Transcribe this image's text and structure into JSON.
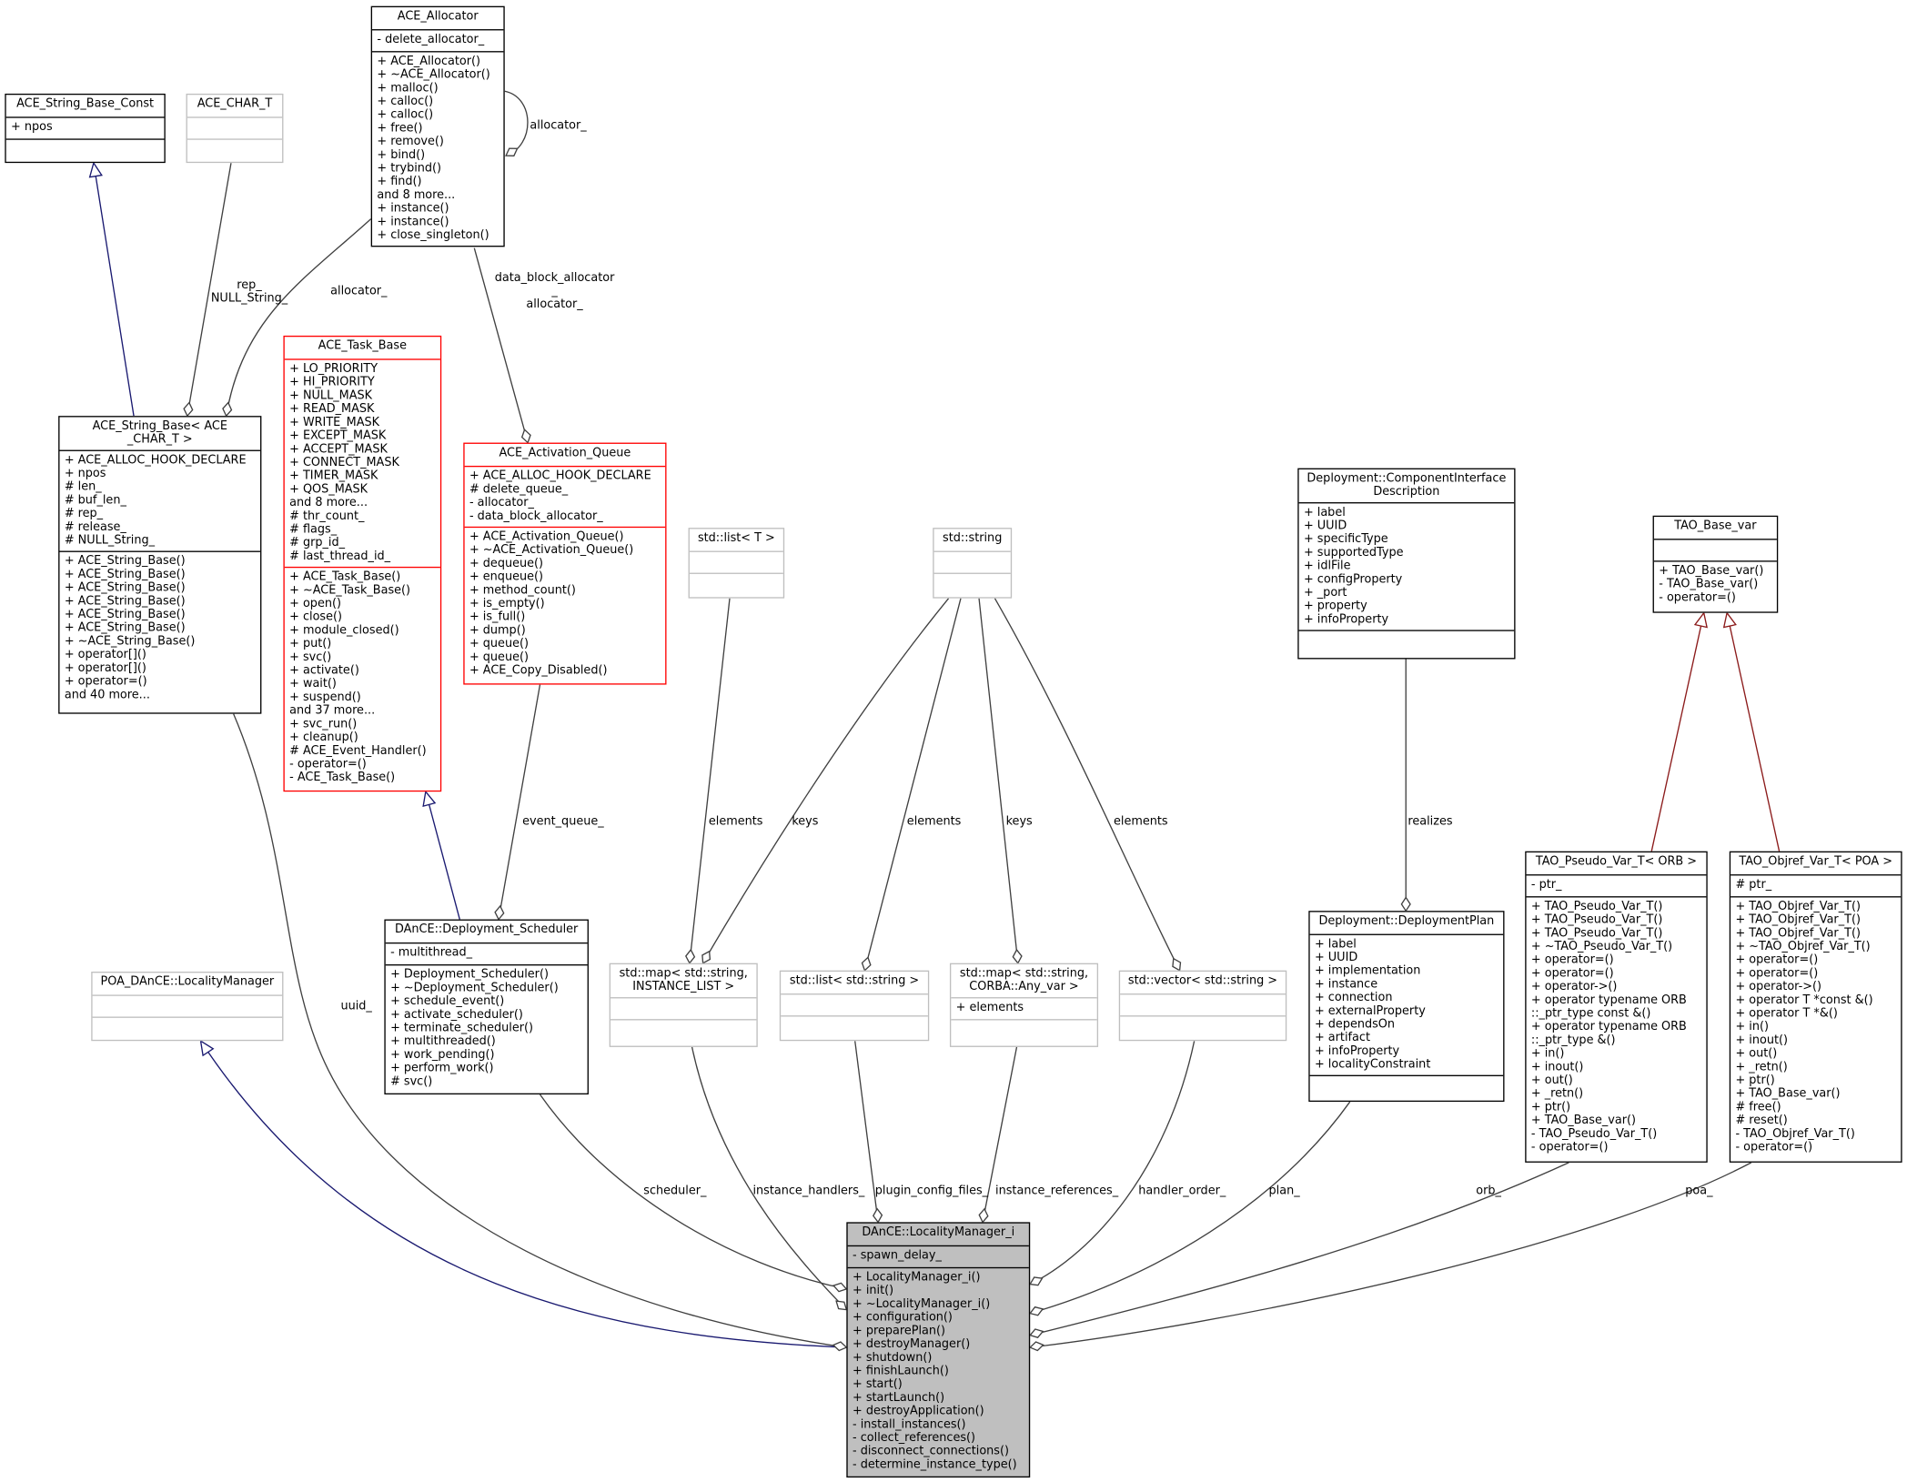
{
  "diagram": {
    "nodes": {
      "ace_allocator": {
        "title": [
          "ACE_Allocator"
        ],
        "attrs": [
          "- delete_allocator_"
        ],
        "methods": [
          "+ ACE_Allocator()",
          "+ ~ACE_Allocator()",
          "+ malloc()",
          "+ calloc()",
          "+ calloc()",
          "+ free()",
          "+ remove()",
          "+ bind()",
          "+ trybind()",
          "+ find()",
          "and 8 more...",
          "+ instance()",
          "+ instance()",
          "+ close_singleton()"
        ]
      },
      "ace_string_base_const": {
        "title": [
          "ACE_String_Base_Const"
        ],
        "attrs": [
          "+ npos"
        ],
        "methods": []
      },
      "ace_char_t": {
        "title": [
          "ACE_CHAR_T"
        ],
        "attrs": [],
        "methods": []
      },
      "ace_string_base": {
        "title": [
          "ACE_String_Base< ACE",
          "_CHAR_T >"
        ],
        "attrs": [
          "+ ACE_ALLOC_HOOK_DECLARE",
          "+ npos",
          "# len_",
          "# buf_len_",
          "# rep_",
          "# release_",
          "# NULL_String_"
        ],
        "methods": [
          "+ ACE_String_Base()",
          "+ ACE_String_Base()",
          "+ ACE_String_Base()",
          "+ ACE_String_Base()",
          "+ ACE_String_Base()",
          "+ ACE_String_Base()",
          "+ ~ACE_String_Base()",
          "+ operator[]()",
          "+ operator[]()",
          "+ operator=()",
          "and 40 more..."
        ]
      },
      "ace_task_base": {
        "title": [
          "ACE_Task_Base"
        ],
        "attrs": [
          "+ LO_PRIORITY",
          "+ HI_PRIORITY",
          "+ NULL_MASK",
          "+ READ_MASK",
          "+ WRITE_MASK",
          "+ EXCEPT_MASK",
          "+ ACCEPT_MASK",
          "+ CONNECT_MASK",
          "+ TIMER_MASK",
          "+ QOS_MASK",
          "and 8 more...",
          "# thr_count_",
          "# flags_",
          "# grp_id_",
          "# last_thread_id_"
        ],
        "methods": [
          "+ ACE_Task_Base()",
          "+ ~ACE_Task_Base()",
          "+ open()",
          "+ close()",
          "+ module_closed()",
          "+ put()",
          "+ svc()",
          "+ activate()",
          "+ wait()",
          "+ suspend()",
          "and 37 more...",
          "+ svc_run()",
          "+ cleanup()",
          "# ACE_Event_Handler()",
          "- operator=()",
          "- ACE_Task_Base()"
        ]
      },
      "ace_activation_queue": {
        "title": [
          "ACE_Activation_Queue"
        ],
        "attrs": [
          "+ ACE_ALLOC_HOOK_DECLARE",
          "# delete_queue_",
          "- allocator_",
          "- data_block_allocator_"
        ],
        "methods": [
          "+ ACE_Activation_Queue()",
          "+ ~ACE_Activation_Queue()",
          "+ dequeue()",
          "+ enqueue()",
          "+ method_count()",
          "+ is_empty()",
          "+ is_full()",
          "+ dump()",
          "+ queue()",
          "+ queue()",
          "+ ACE_Copy_Disabled()"
        ]
      },
      "std_list_t": {
        "title": [
          "std::list< T >"
        ],
        "attrs": [],
        "methods": []
      },
      "std_string": {
        "title": [
          "std::string"
        ],
        "attrs": [],
        "methods": []
      },
      "component_interface_description": {
        "title": [
          "Deployment::ComponentInterface",
          "Description"
        ],
        "attrs": [
          "+ label",
          "+ UUID",
          "+ specificType",
          "+ supportedType",
          "+ idlFile",
          "+ configProperty",
          "+ _port",
          "+ property",
          "+ infoProperty"
        ],
        "methods": []
      },
      "tao_base_var": {
        "title": [
          "TAO_Base_var"
        ],
        "attrs": [],
        "methods": [
          "+ TAO_Base_var()",
          "- TAO_Base_var()",
          "- operator=()"
        ]
      },
      "poa_locality_manager": {
        "title": [
          "POA_DAnCE::LocalityManager"
        ],
        "attrs": [],
        "methods": []
      },
      "deployment_scheduler": {
        "title": [
          "DAnCE::Deployment_Scheduler"
        ],
        "attrs": [
          "- multithread_"
        ],
        "methods": [
          "+ Deployment_Scheduler()",
          "+ ~Deployment_Scheduler()",
          "+ schedule_event()",
          "+ activate_scheduler()",
          "+ terminate_scheduler()",
          "+ multithreaded()",
          "+ work_pending()",
          "+ perform_work()",
          "# svc()"
        ]
      },
      "std_map_instance_list": {
        "title": [
          "std::map< std::string,",
          "INSTANCE_LIST >"
        ],
        "attrs": [],
        "methods": []
      },
      "std_list_string": {
        "title": [
          "std::list< std::string >"
        ],
        "attrs": [],
        "methods": []
      },
      "std_map_any_var": {
        "title": [
          "std::map< std::string,",
          "CORBA::Any_var >"
        ],
        "attrs": [
          "+ elements"
        ],
        "methods": []
      },
      "std_vector_string": {
        "title": [
          "std::vector< std::string >"
        ],
        "attrs": [],
        "methods": []
      },
      "deployment_plan": {
        "title": [
          "Deployment::DeploymentPlan"
        ],
        "attrs": [
          "+ label",
          "+ UUID",
          "+ implementation",
          "+ instance",
          "+ connection",
          "+ externalProperty",
          "+ dependsOn",
          "+ artifact",
          "+ infoProperty",
          "+ localityConstraint"
        ],
        "methods": []
      },
      "tao_pseudo_var": {
        "title": [
          "TAO_Pseudo_Var_T< ORB >"
        ],
        "attrs": [
          "- ptr_"
        ],
        "methods": [
          "+ TAO_Pseudo_Var_T()",
          "+ TAO_Pseudo_Var_T()",
          "+ TAO_Pseudo_Var_T()",
          "+ ~TAO_Pseudo_Var_T()",
          "+ operator=()",
          "+ operator=()",
          "+ operator->()",
          "+ operator typename ORB",
          "::_ptr_type const &()",
          "+ operator typename ORB",
          "::_ptr_type &()",
          "+ in()",
          "+ inout()",
          "+ out()",
          "+ _retn()",
          "+ ptr()",
          "+ TAO_Base_var()",
          "- TAO_Pseudo_Var_T()",
          "- operator=()"
        ]
      },
      "tao_objref_var": {
        "title": [
          "TAO_Objref_Var_T< POA >"
        ],
        "attrs": [
          "# ptr_"
        ],
        "methods": [
          "+ TAO_Objref_Var_T()",
          "+ TAO_Objref_Var_T()",
          "+ TAO_Objref_Var_T()",
          "+ ~TAO_Objref_Var_T()",
          "+ operator=()",
          "+ operator=()",
          "+ operator->()",
          "+ operator T *const &()",
          "+ operator T *&()",
          "+ in()",
          "+ inout()",
          "+ out()",
          "+ _retn()",
          "+ ptr()",
          "+ TAO_Base_var()",
          "# free()",
          "# reset()",
          "- TAO_Objref_Var_T()",
          "- operator=()"
        ]
      },
      "locality_manager_i": {
        "title": [
          "DAnCE::LocalityManager_i"
        ],
        "attrs": [
          "- spawn_delay_"
        ],
        "methods": [
          "+ LocalityManager_i()",
          "+ init()",
          "+ ~LocalityManager_i()",
          "+ configuration()",
          "+ preparePlan()",
          "+ destroyManager()",
          "+ shutdown()",
          "+ finishLaunch()",
          "+ start()",
          "+ startLaunch()",
          "+ destroyApplication()",
          "- install_instances()",
          "- collect_references()",
          "- disconnect_connections()",
          "- determine_instance_type()"
        ]
      }
    },
    "labels": {
      "allocator_self": "allocator_",
      "rep_null": [
        "rep_",
        "NULL_String_"
      ],
      "allocator_sb": "allocator_",
      "data_block_allocator": [
        "data_block_allocator",
        "_",
        "allocator_"
      ],
      "event_queue": "event_queue_",
      "elements_list": "elements",
      "keys_map1": "keys",
      "elements_list_str": "elements",
      "keys_map2": "keys",
      "elements_vec": "elements",
      "realizes": "realizes",
      "uuid": "uuid_",
      "scheduler": "scheduler_",
      "instance_handlers": "instance_handlers_",
      "plugin_config_files": "plugin_config_files_",
      "instance_references": "instance_references_",
      "handler_order": "handler_order_",
      "plan": "plan_",
      "orb": "orb_",
      "poa": "poa_"
    },
    "colors": {
      "inheritance_public": "#191970",
      "inheritance_template": "#8b1a1a",
      "usage": "#404040",
      "focus_fill": "#bfbfbf",
      "undocumented_border": "#bfbfbf",
      "truncated_border": "#ff0000"
    }
  }
}
